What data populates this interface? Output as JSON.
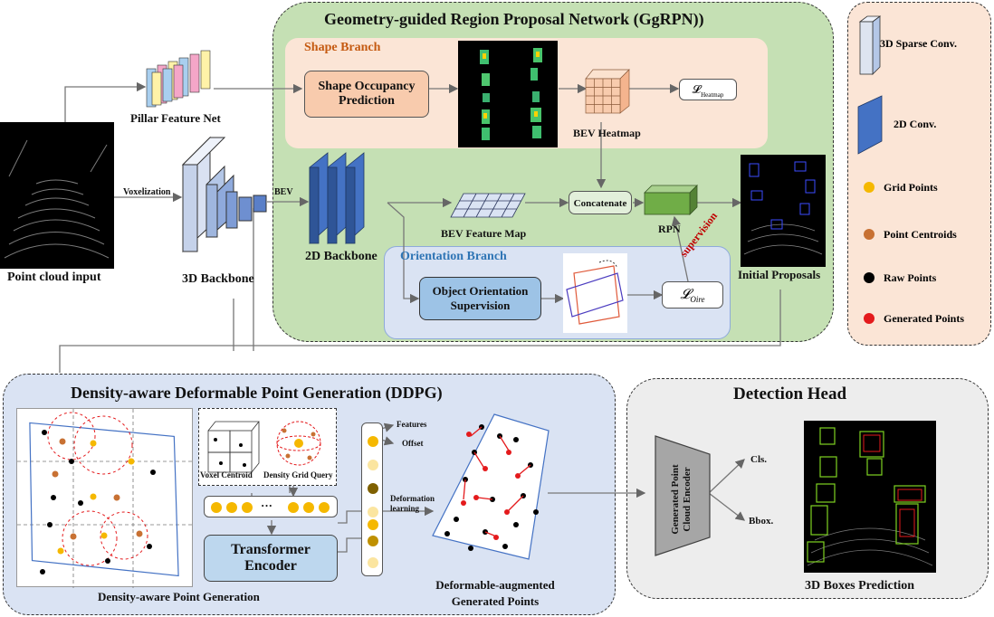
{
  "ggrpn": {
    "title": "Geometry-guided Region Proposal Network (GgRPN))",
    "shape_branch": "Shape Branch",
    "shape_occupancy": "Shape Occupancy Prediction",
    "bev_heatmap": "BEV Heatmap",
    "loss_heatmap_main": "𝓛",
    "loss_heatmap_sub": "Heatmap",
    "bev_feature_map": "BEV Feature Map",
    "concatenate": "Concatenate",
    "rpn": "RPN",
    "initial_proposals": "Initial Proposals",
    "backbone_2d": "2D Backbone",
    "bev": "BEV",
    "orientation_branch": "Orientation Branch",
    "orientation_supervision": "Object Orientation Supervision",
    "loss_oire_main": "𝓛",
    "loss_oire_sub": "Oire",
    "supervision": "supervision"
  },
  "input": {
    "pillar_feature_net": "Pillar Feature Net",
    "voxelization": "Voxelization",
    "point_cloud_input": "Point cloud input",
    "backbone_3d": "3D Backbone"
  },
  "legend": {
    "sparse_conv": "3D  Sparse Conv.",
    "conv_2d": "2D Conv.",
    "grid_points": "Grid Points",
    "point_centroids": "Point Centroids",
    "raw_points": "Raw Points",
    "generated_points": "Generated Points",
    "colors": {
      "grid": "#f5b800",
      "centroid": "#c87133",
      "raw": "#000000",
      "generated": "#e41a1c"
    }
  },
  "ddpg": {
    "title": "Density-aware Deformable Point Generation (DDPG)",
    "voxel_centroid": "Voxel Centroid",
    "density_grid_query": "Density Grid Query",
    "ellipsis": "···",
    "transformer_encoder": "Transformer Encoder",
    "features": "Features",
    "offset": "Offset",
    "deformation_learning": "Deformation learning",
    "density_point_generation": "Density-aware Point Generation",
    "deformable_augmented": "Deformable-augmented Generated Points"
  },
  "head": {
    "title": "Detection Head",
    "encoder": "Generated Point Cloud Encoder",
    "cls": "Cls.",
    "bbox": "Bbox.",
    "boxes_prediction": "3D Boxes Prediction"
  }
}
